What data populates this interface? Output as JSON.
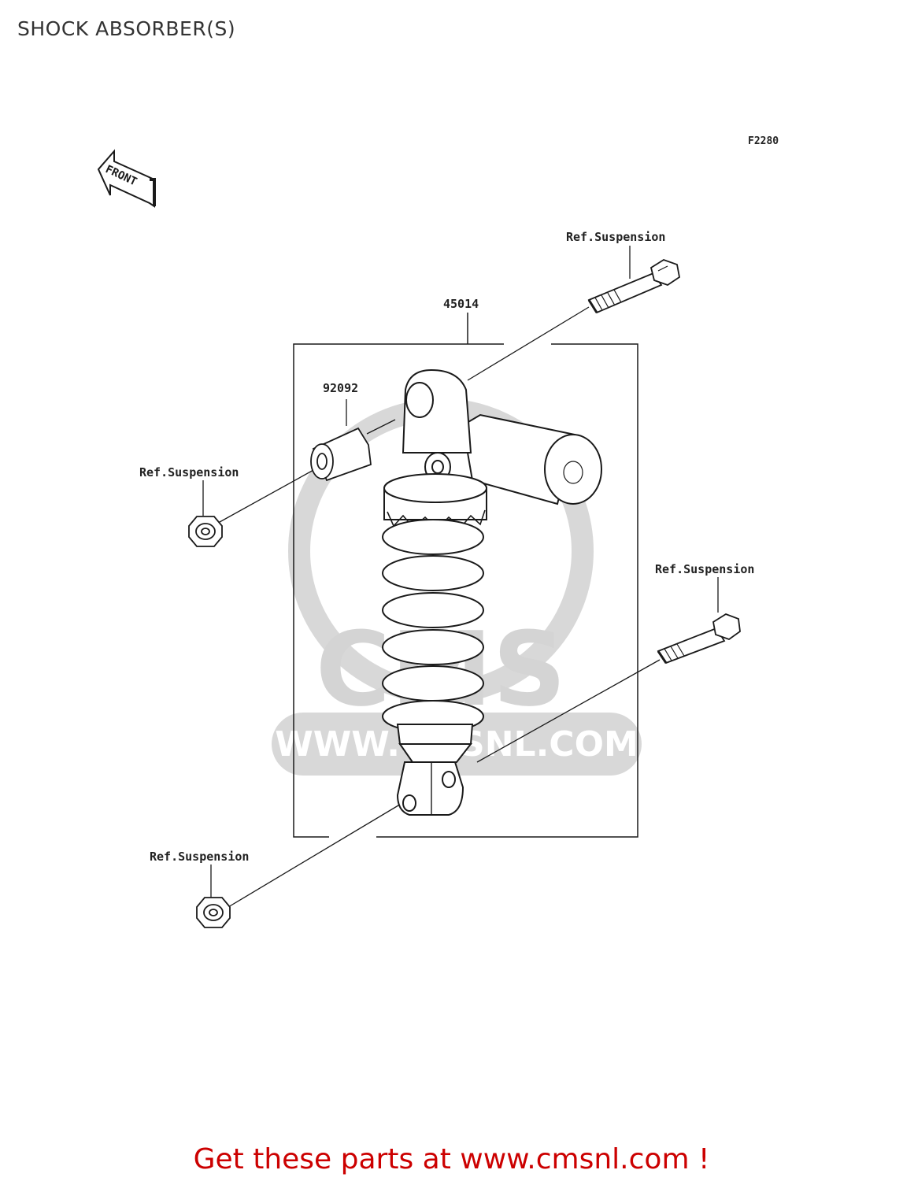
{
  "page": {
    "title": "SHOCK ABSORBER(S)",
    "figure_code": "F2280",
    "front_arrow_text": "FRONT",
    "promo": "Get these parts at www.cmsnl.com !"
  },
  "watermark": {
    "logo_text": "CMS",
    "url_text": "WWW.CMSNL.COM"
  },
  "callouts": {
    "assembly": "45014",
    "collar": "92092",
    "ref_top_bolt": "Ref.Suspension",
    "ref_left_nut": "Ref.Suspension",
    "ref_right_bolt": "Ref.Suspension",
    "ref_bottom_nut": "Ref.Suspension"
  },
  "colors": {
    "line": "#1a1a1a",
    "watermark": "#d4d4d4",
    "promo": "#cc0000"
  }
}
